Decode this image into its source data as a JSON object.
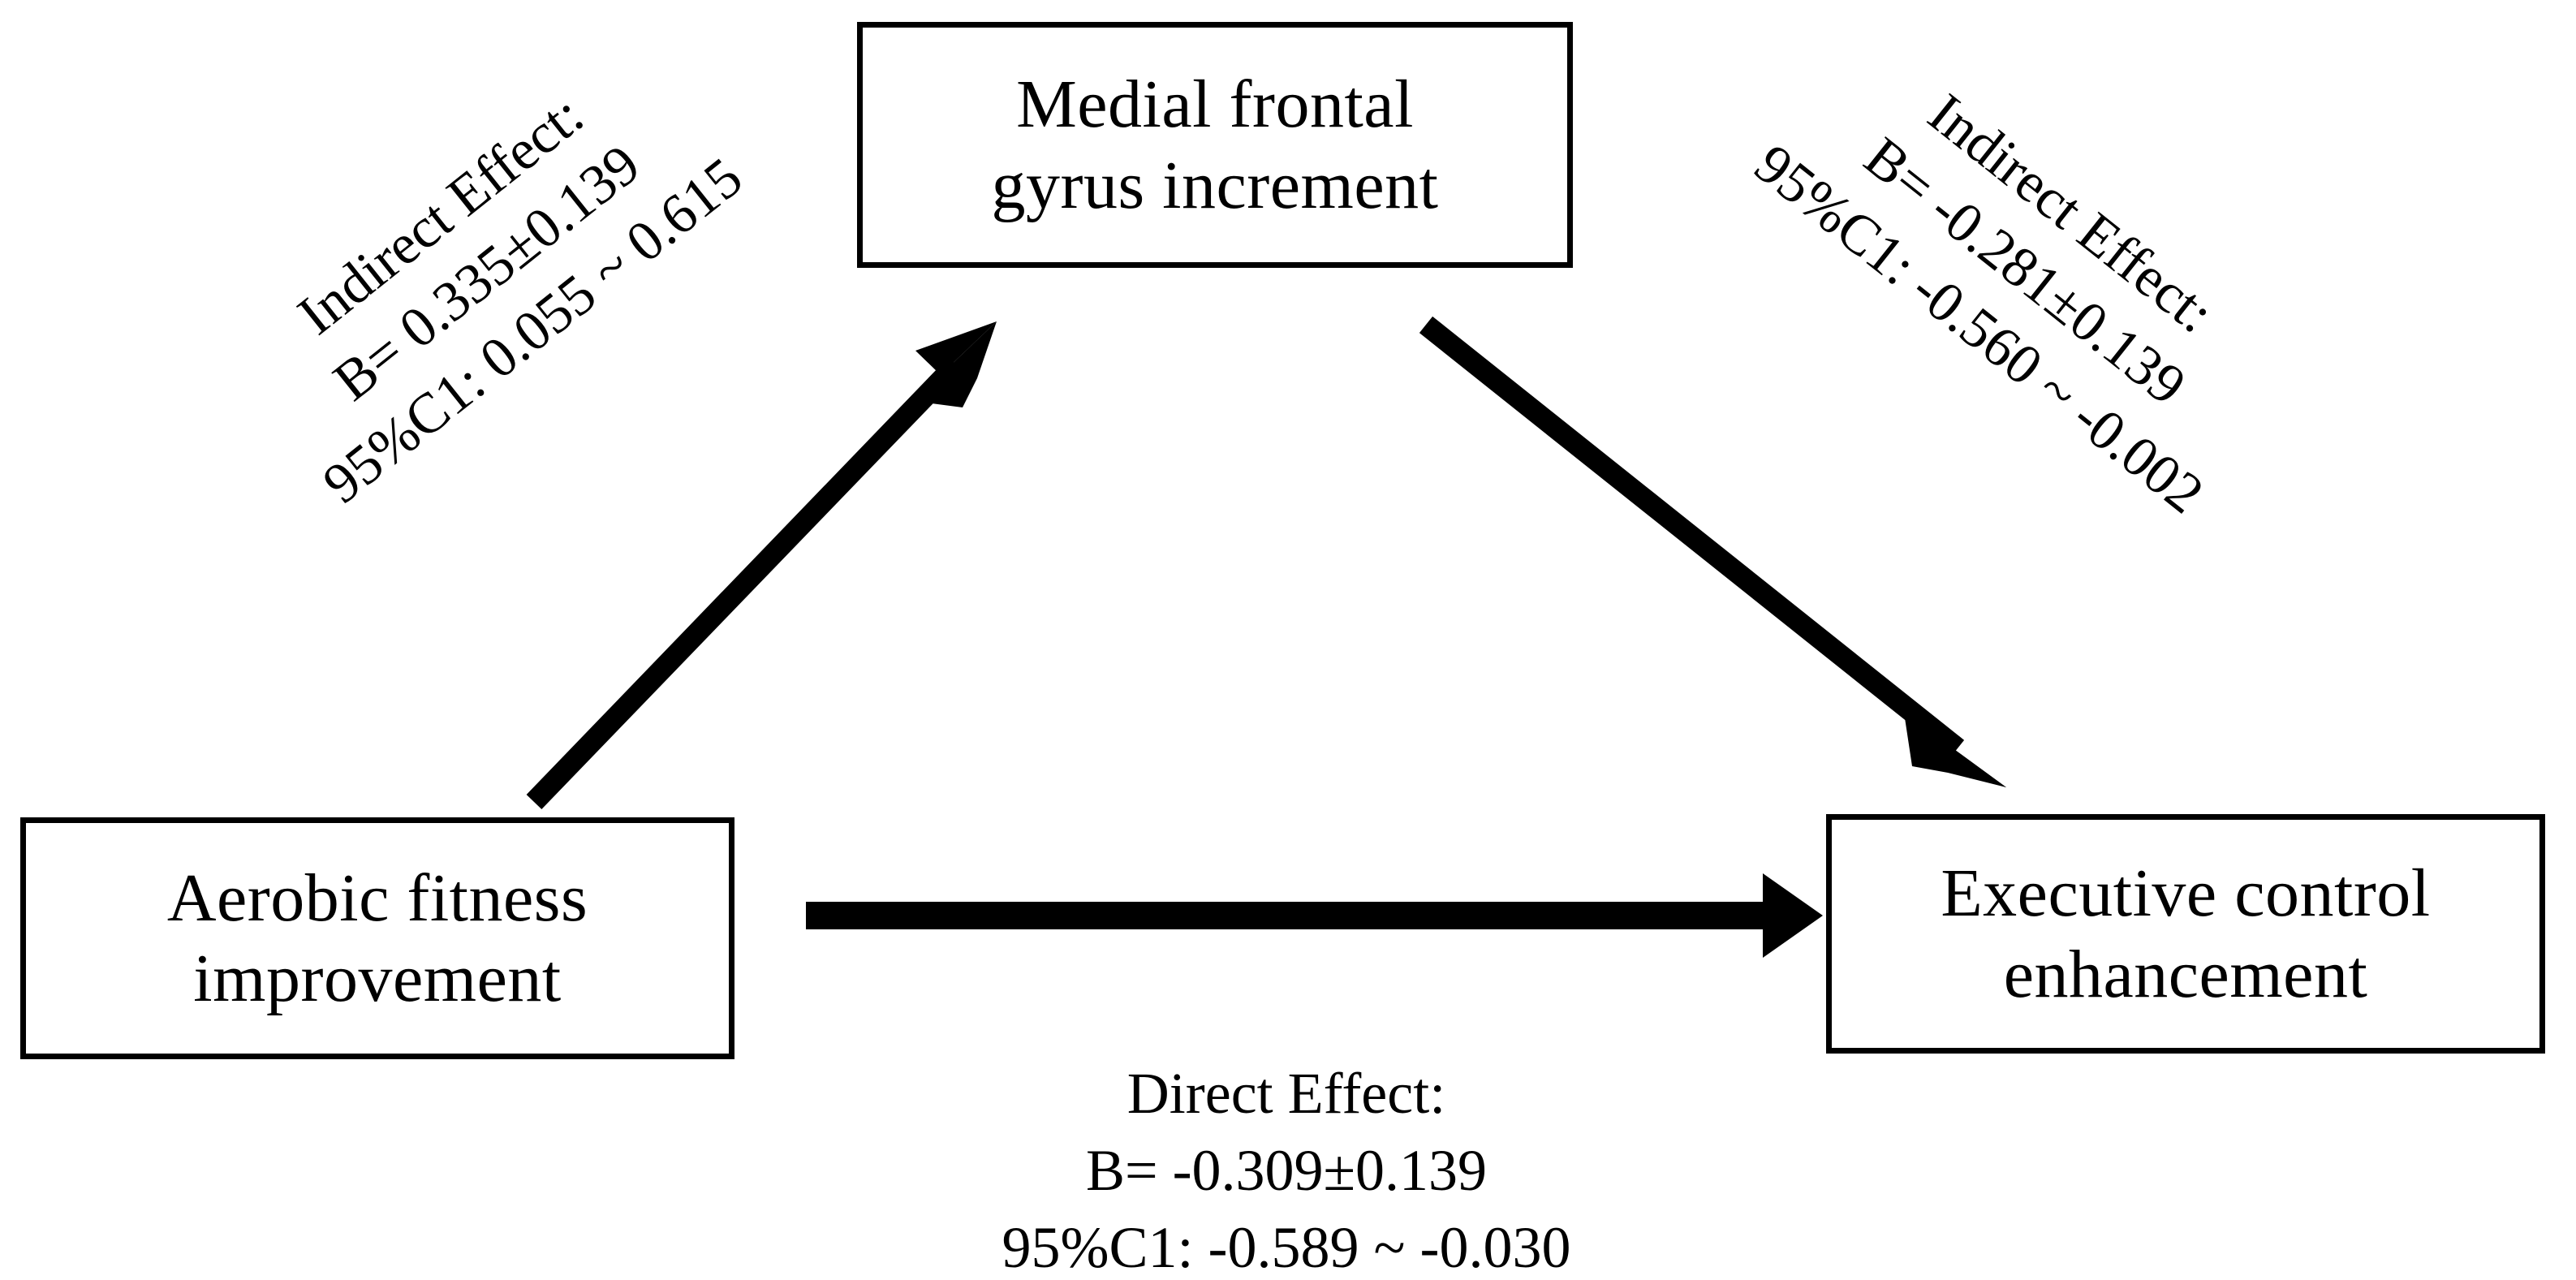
{
  "figure": {
    "type": "mediation-path-diagram",
    "background_color": "#ffffff",
    "stroke_color": "#000000"
  },
  "nodes": {
    "mediator": {
      "name": "medial-frontal-gyrus-increment",
      "line1": "Medial frontal",
      "line2": "gyrus increment"
    },
    "predictor": {
      "name": "aerobic-fitness-improvement",
      "line1": "Aerobic fitness",
      "line2": "improvement"
    },
    "outcome": {
      "name": "executive-control-enhancement",
      "line1": "Executive control",
      "line2": "enhancement"
    }
  },
  "edges": {
    "a_path": {
      "from": "aerobic-fitness-improvement",
      "to": "medial-frontal-gyrus-increment",
      "title": "Indirect Effect:",
      "coefficient": "B= 0.335±0.139",
      "confidence_interval": "95%C1: 0.055 ~ 0.615"
    },
    "b_path": {
      "from": "medial-frontal-gyrus-increment",
      "to": "executive-control-enhancement",
      "title": "Indirect Effect:",
      "coefficient": "B= -0.281±0.139",
      "confidence_interval": "95%C1: -0.560 ~ -0.002"
    },
    "direct_path": {
      "from": "aerobic-fitness-improvement",
      "to": "executive-control-enhancement",
      "title": "Direct Effect:",
      "coefficient": "B= -0.309±0.139",
      "confidence_interval": "95%C1: -0.589 ~ -0.030"
    }
  },
  "chart_data": {
    "type": "diagram",
    "title": "",
    "nodes": [
      {
        "id": "X",
        "label": "Aerobic fitness improvement"
      },
      {
        "id": "M",
        "label": "Medial frontal gyrus increment"
      },
      {
        "id": "Y",
        "label": "Executive control enhancement"
      }
    ],
    "edges": [
      {
        "from": "X",
        "to": "M",
        "effect_type": "Indirect Effect",
        "B": 0.335,
        "SE": 0.139,
        "ci_lower": 0.055,
        "ci_upper": 0.615,
        "ci_level": "95%"
      },
      {
        "from": "M",
        "to": "Y",
        "effect_type": "Indirect Effect",
        "B": -0.281,
        "SE": 0.139,
        "ci_lower": -0.56,
        "ci_upper": -0.002,
        "ci_level": "95%"
      },
      {
        "from": "X",
        "to": "Y",
        "effect_type": "Direct Effect",
        "B": -0.309,
        "SE": 0.139,
        "ci_lower": -0.589,
        "ci_upper": -0.03,
        "ci_level": "95%"
      }
    ]
  }
}
